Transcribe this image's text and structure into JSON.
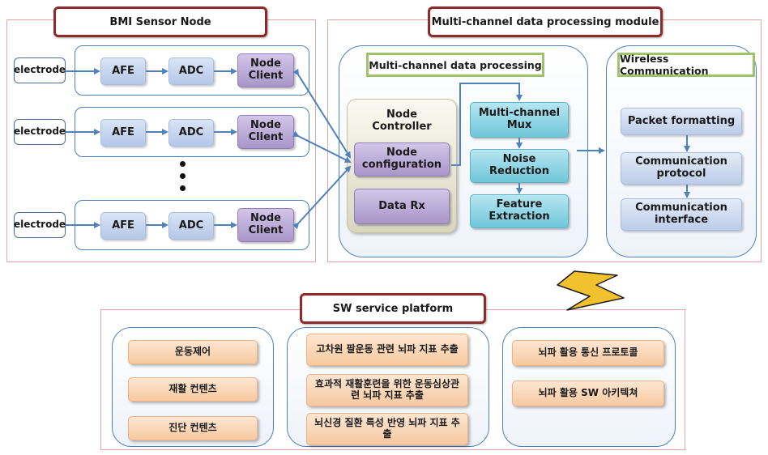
{
  "sensor_node": {
    "title": "BMI Sensor Node",
    "rows": [
      {
        "electrode": "electrode",
        "afe": "AFE",
        "adc": "ADC",
        "client": "Node\nClient"
      },
      {
        "electrode": "electrode",
        "afe": "AFE",
        "adc": "ADC",
        "client": "Node\nClient"
      },
      {
        "electrode": "electrode",
        "afe": "AFE",
        "adc": "ADC",
        "client": "Node\nClient"
      }
    ]
  },
  "processing_module": {
    "title": "Multi-channel data processing module",
    "data_processing": {
      "title": "Multi-channel data processing",
      "controller": {
        "title": "Node\nController",
        "configuration": "Node\nconfiguration",
        "data_rx": "Data Rx"
      },
      "mux": "Multi-channel\nMux",
      "noise": "Noise\nReduction",
      "feature": "Feature\nExtraction"
    },
    "wireless": {
      "title": "Wireless Communication",
      "packet": "Packet formatting",
      "protocol": "Communication\nprotocol",
      "interface": "Communication\ninterface"
    }
  },
  "sw_platform": {
    "title": "SW service platform",
    "group1": [
      "운동제어",
      "재활 컨텐츠",
      "진단 컨텐츠"
    ],
    "group2": [
      "고차원 팔운동 관련 뇌파 지표 추출",
      "효과적 재활훈련을 위한 운동심상관련 뇌파 지표 추출",
      "뇌신경 질환 특성 반영 뇌파 지표 추출"
    ],
    "group3": [
      "뇌파 활용 통신 프로토콜",
      "뇌파 활용 SW 아키텍쳐"
    ]
  },
  "colors": {
    "arrow": "#4f81bd",
    "title_border": "#8e2a2a",
    "lightning_fill": "#f2c12e"
  }
}
